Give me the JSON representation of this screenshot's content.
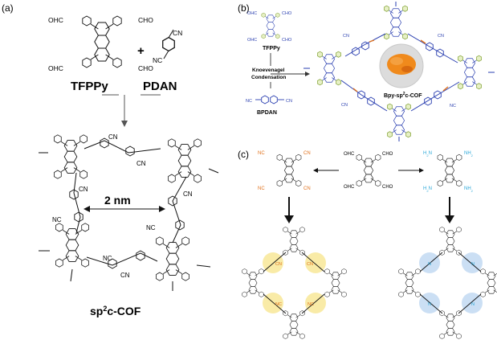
{
  "colors": {
    "black": "#111111",
    "blue": "#2a3fb0",
    "green": "#7a9c2a",
    "orange": "#e0701a",
    "cyan": "#2aa7d8",
    "halo_yellow": "#f7e48a",
    "halo_blue": "#b9d4f0",
    "powder": "#f08a1c",
    "powder_bg": "#dcdcdc"
  },
  "panel_a": {
    "label": "(a)",
    "cho": "OHC",
    "cho_r": "CHO",
    "cn": "CN",
    "nc": "NC",
    "plus": "+",
    "monomer1": "TFPPy",
    "monomer2": "PDAN",
    "pore_size": "2 nm",
    "product": "sp",
    "product_sup": "2",
    "product_suffix": "c-COF"
  },
  "panel_b": {
    "label": "(b)",
    "cho": "OHC",
    "cho_r": "CHO",
    "monomer1": "TFPPy",
    "reaction1": "Knoevenagel",
    "reaction2": "Condensation",
    "monomer2": "BPDAN",
    "cn": "CN",
    "nc": "NC",
    "product": "Bpy-sp",
    "product_sup": "2",
    "product_suffix": "c-COF"
  },
  "panel_c": {
    "label": "(c)",
    "cho": "OHC",
    "cho_r": "CHO",
    "cn": "CN",
    "nc": "NC",
    "nh2": "NH",
    "nh2_sub": "2",
    "h2n": "H",
    "h2n_sub": "2",
    "h2n_n": "N",
    "n": "N"
  }
}
